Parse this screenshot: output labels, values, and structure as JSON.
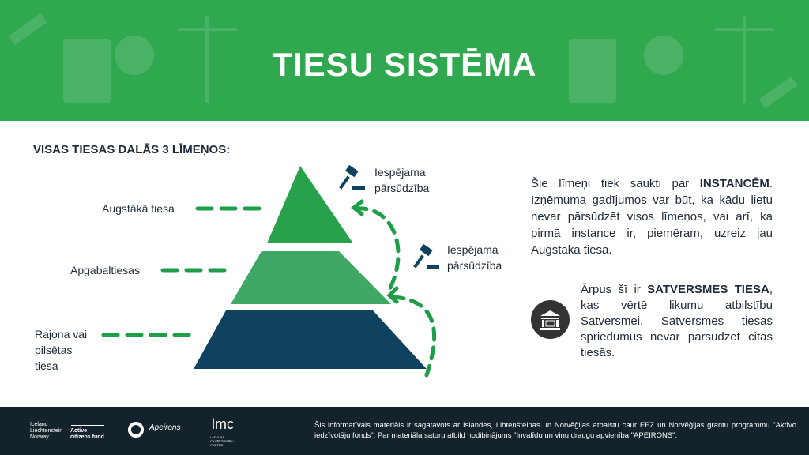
{
  "header": {
    "title": "TIESU SISTĒMA",
    "background_color": "#2fa84f",
    "background_icons": [
      "gavel-icon",
      "scales-icon",
      "law-book-icon",
      "judge-icon"
    ]
  },
  "diagram": {
    "subtitle": "VISAS TIESAS DALĀS 3 LĪMEŅOS:",
    "levels": [
      {
        "label": "Augstākā tiesa",
        "color": "#27a24a"
      },
      {
        "label": "Apgabaltiesas",
        "color": "#3fa867"
      },
      {
        "label_lines": [
          "Rajona vai",
          "pilsētas",
          "tiesa"
        ],
        "color": "#0e425e"
      }
    ],
    "appeals": [
      {
        "label_lines": [
          "Iespējama",
          "pārsūdzība"
        ],
        "icon": "gavel-icon"
      },
      {
        "label_lines": [
          "Iespējama",
          "pārsūdzība"
        ],
        "icon": "gavel-icon"
      }
    ],
    "connector_color": "#1e9e48"
  },
  "info": {
    "p1_pre": "Šie līmeņi tiek saukti par ",
    "p1_bold": "INSTANCĒM",
    "p1_post": ". Izņēmuma gadījumos var būt, ka kādu lietu nevar pārsūdzēt visos līmeņos, vai arī, ka pirmā instance ir, piemēram, uzreiz jau Augstākā tiesa.",
    "p2_pre": "Ārpus šī ir ",
    "p2_bold": "SATVERSMES TIESA",
    "p2_post": ", kas vērtē likumu atbilstību Satversmei. Satversmes tiesas spriedumus nevar pārsūdzēt citās tiesās.",
    "icon": "courthouse-icon"
  },
  "footer": {
    "logos": {
      "eea": [
        "Iceland",
        "Liechtenstein",
        "Norway"
      ],
      "acf": [
        "Active",
        "citizens fund"
      ],
      "apeirons": "Apeirons",
      "lmc": "lmc",
      "lmc_sub": "LATVIJAS CILVĒKTIESĪBU CENTRS"
    },
    "note": "Šis informatīvais materiāls ir sagatavots ar Islandes, Lihtenšteinas un Norvēģijas atbalstu caur EEZ un Norvēģijas grantu programmu \"Aktīvo iedzīvotāju fonds\". Par materiāla saturu atbild nodibinājums \"Invalīdu un viņu draugu apvienība \"APEIRONS\"."
  }
}
